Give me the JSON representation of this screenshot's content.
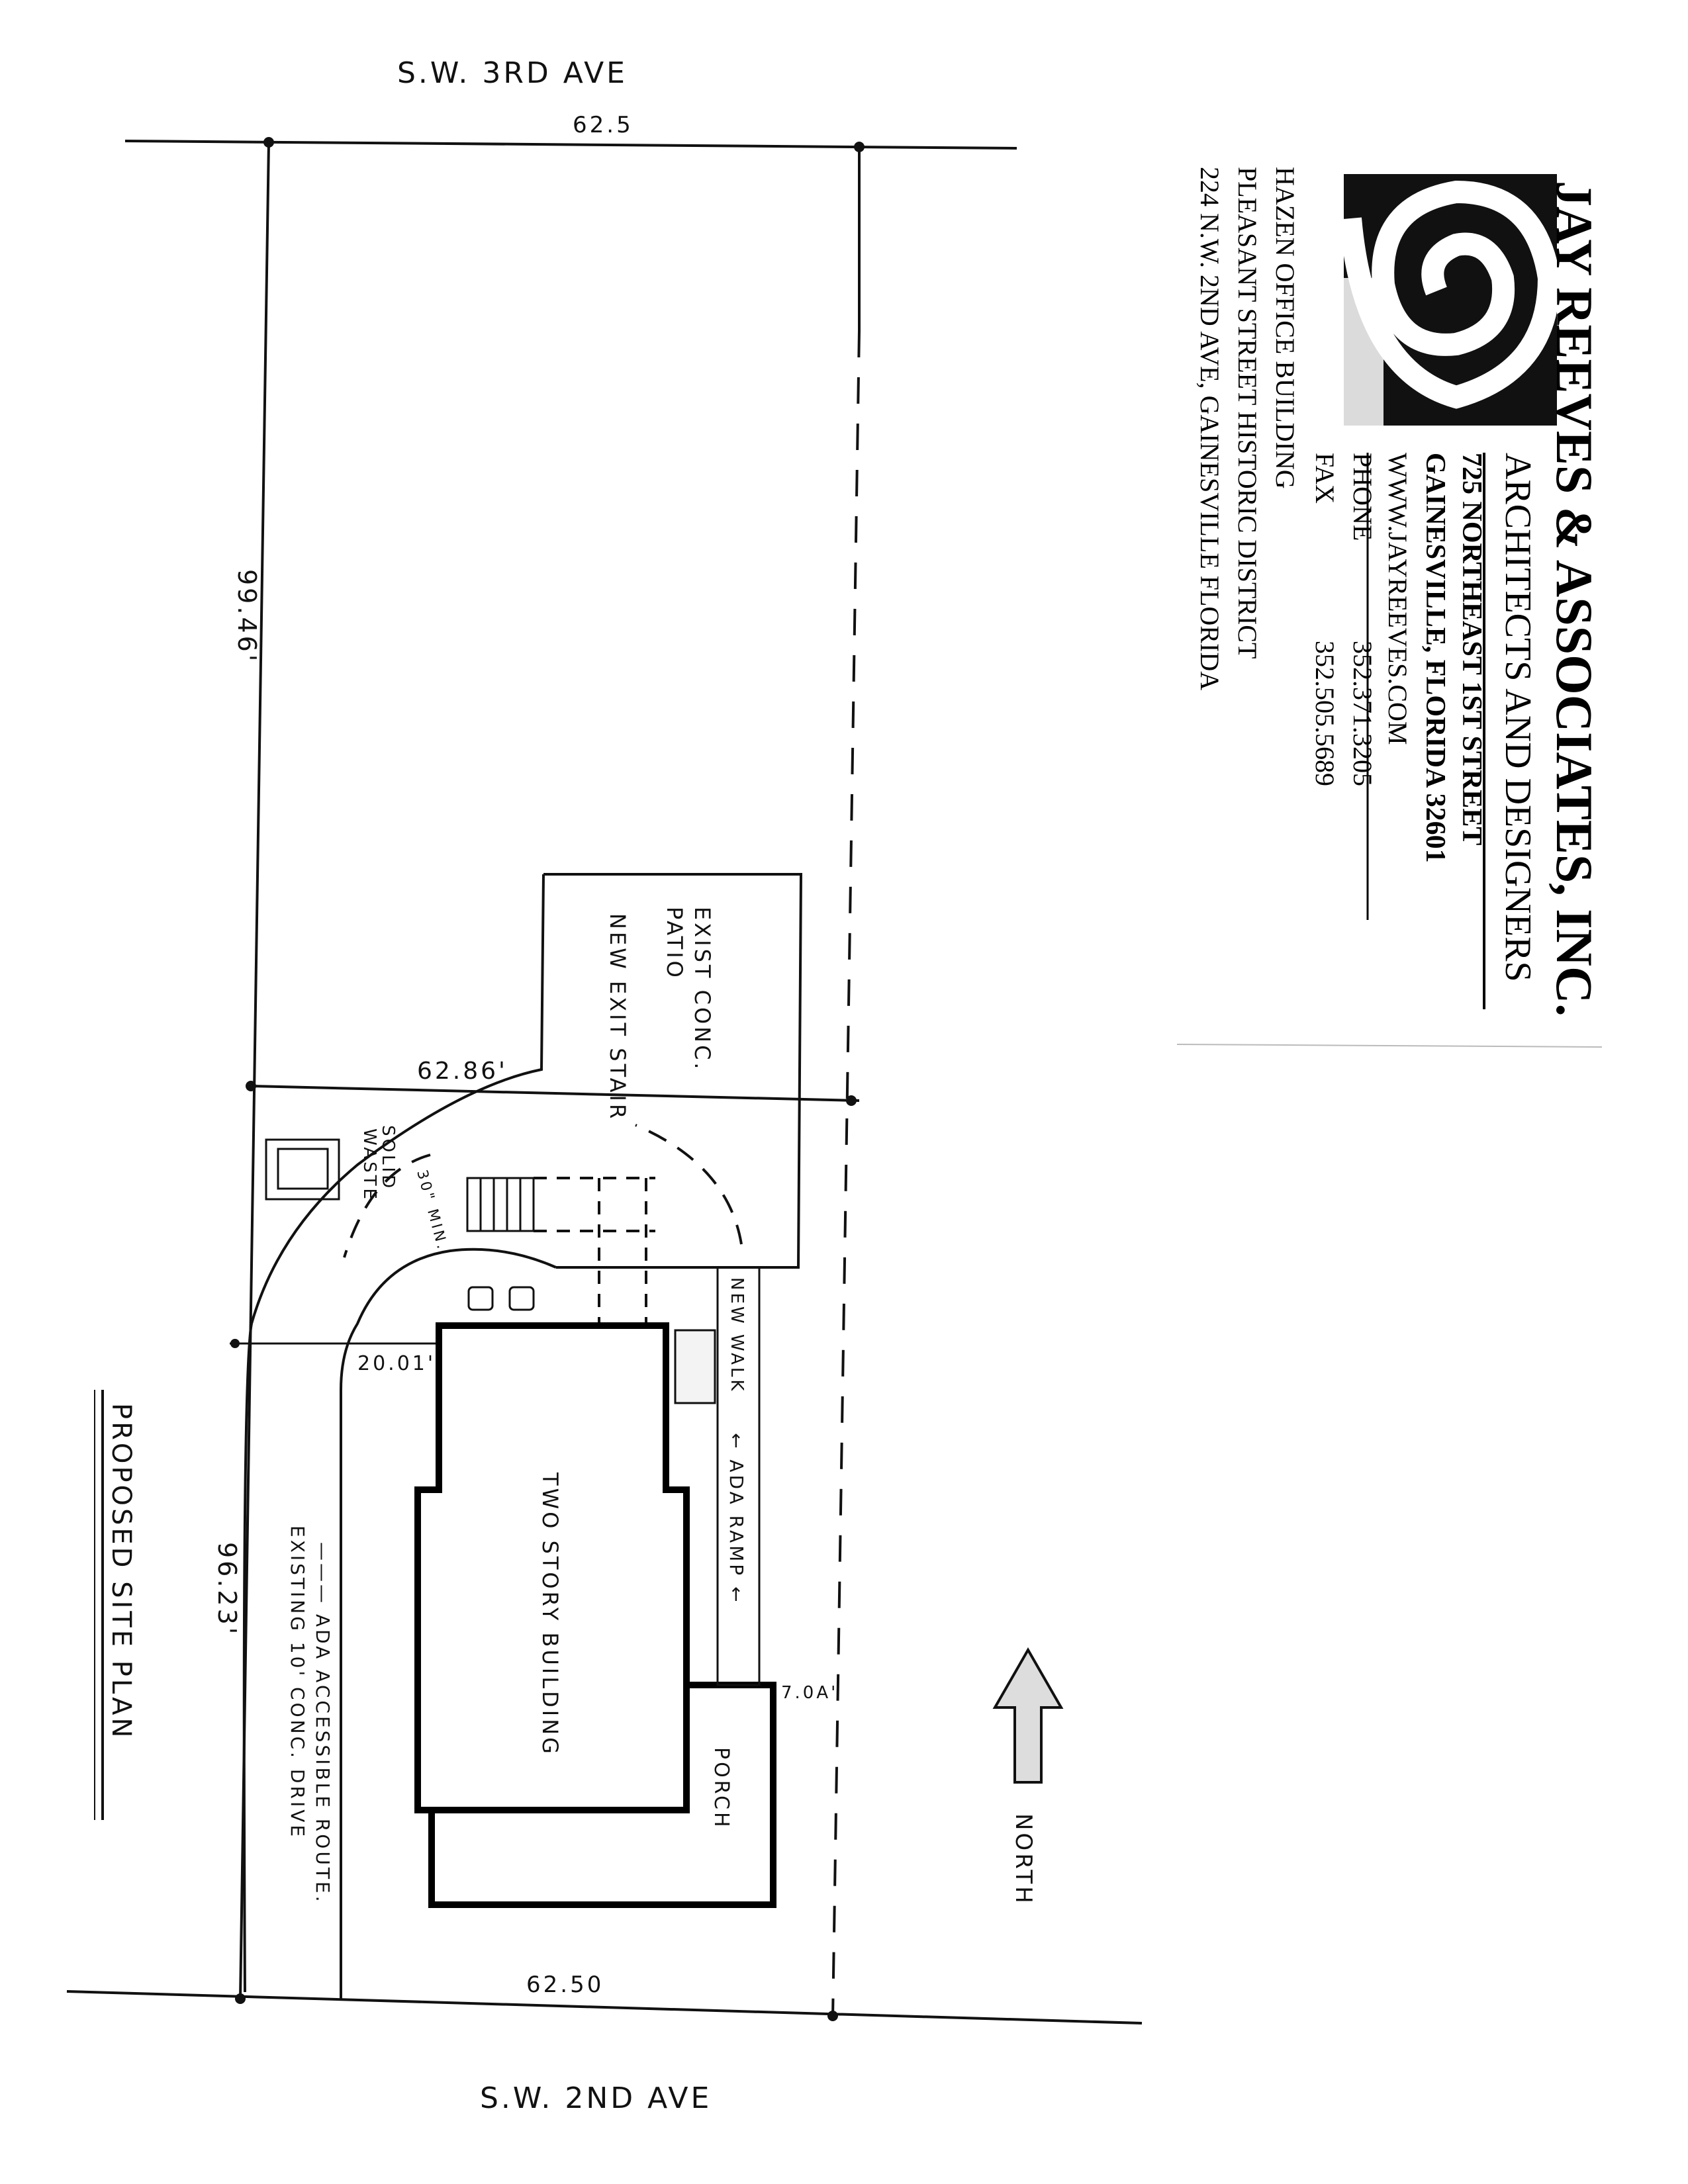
{
  "title_block": {
    "firm_name": "JAY REEVES & ASSOCIATES, INC.",
    "firm_subtitle": "ARCHITECTS AND DESIGNERS",
    "address_line1": "725 NORTHEAST 1ST STREET",
    "address_line2": "GAINESVILLE, FLORIDA 32601",
    "website": "WWW.JAYREEVES.COM",
    "phone_label": "PHONE",
    "phone": "352.371.3205",
    "fax_label": "FAX",
    "fax": "352.505.5689",
    "project_name": "HAZEN OFFICE BUILDING",
    "project_district": "PLEASANT STREET HISTORIC DISTRICT",
    "project_address": "224 N.W. 2ND AVE, GAINESVILLE FLORIDA"
  },
  "site_plan": {
    "title": "PROPOSED SITE PLAN",
    "street_top": "S.W. 3RD AVE",
    "street_bottom": "S.W. 2ND AVE",
    "dim_top": "62.5",
    "dim_left_upper": "99.46'",
    "dim_middle": "62.86'",
    "dim_setback": "20.01'",
    "dim_left_lower": "96.23'",
    "dim_bottom": "62.50",
    "dim_porch": "7.0A'",
    "labels": {
      "patio_line1": "EXIST CONC.",
      "patio_line2": "PATIO",
      "exit_stair": "NEW EXIT STAIR",
      "solid_waste_line1": "SOLID",
      "solid_waste_line2": "WASTE",
      "min_clearance": "30\" MIN.",
      "new_walk": "NEW WALK",
      "ada_ramp": "← ADA RAMP ←",
      "building": "TWO STORY BUILDING",
      "porch": "PORCH",
      "ada_route": "——— ADA ACCESSIBLE ROUTE.",
      "drive": "EXISTING 10' CONC. DRIVE",
      "north": "NORTH"
    }
  }
}
